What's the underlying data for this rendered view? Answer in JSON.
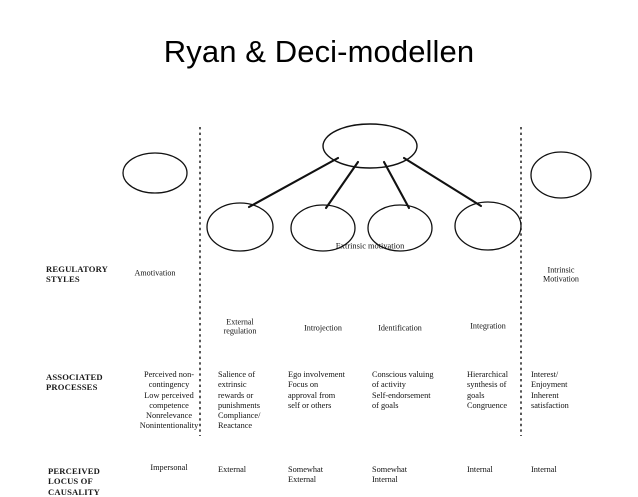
{
  "slide": {
    "title": "Ryan & Deci-modellen"
  },
  "figure": {
    "row_labels": [
      {
        "id": "regulatory-styles",
        "text": "REGULATORY\nSTYLES"
      },
      {
        "id": "associated-processes",
        "text": "ASSOCIATED\nPROCESSES"
      },
      {
        "id": "perceived-locus",
        "text": "PERCEIVED\nLOCUS OF\nCAUSALITY"
      }
    ],
    "nodes": [
      {
        "id": "amotivation",
        "label": "Amotivation"
      },
      {
        "id": "extrinsic-motivation",
        "label": "Extrinsic motivation"
      },
      {
        "id": "external-regulation",
        "label": "External\nregulation"
      },
      {
        "id": "introjection",
        "label": "Introjection"
      },
      {
        "id": "identification",
        "label": "Identification"
      },
      {
        "id": "integration",
        "label": "Integration"
      },
      {
        "id": "intrinsic-motivation",
        "label": "Intrinsic\nMotivation"
      }
    ],
    "associated_processes": [
      {
        "id": "amotivation",
        "text": "Perceived non-\n   contingency\nLow perceived\n   competence\nNonrelevance\nNonintentionality"
      },
      {
        "id": "external-regulation",
        "text": "Salience of\n   extrinsic\n   rewards or\n   punishments\nCompliance/\nReactance"
      },
      {
        "id": "introjection",
        "text": "Ego involvement\nFocus on\n   approval from\n   self or others"
      },
      {
        "id": "identification",
        "text": "Conscious valuing\n   of activity\nSelf-endorsement\nof goals"
      },
      {
        "id": "integration",
        "text": "Hierarchical\nsynthesis of\ngoals\nCongruence"
      },
      {
        "id": "intrinsic-motivation",
        "text": "Interest/\nEnjoyment\nInherent\nsatisfaction"
      }
    ],
    "perceived_locus": [
      {
        "id": "amotivation",
        "text": "Impersonal"
      },
      {
        "id": "external-regulation",
        "text": "External"
      },
      {
        "id": "introjection",
        "text": "Somewhat\nExternal"
      },
      {
        "id": "identification",
        "text": "Somewhat\nInternal"
      },
      {
        "id": "integration",
        "text": "Internal"
      },
      {
        "id": "intrinsic-motivation",
        "text": "Internal"
      }
    ],
    "colors": {
      "stroke": "#111111",
      "text": "#111111",
      "background": "#ffffff"
    }
  }
}
